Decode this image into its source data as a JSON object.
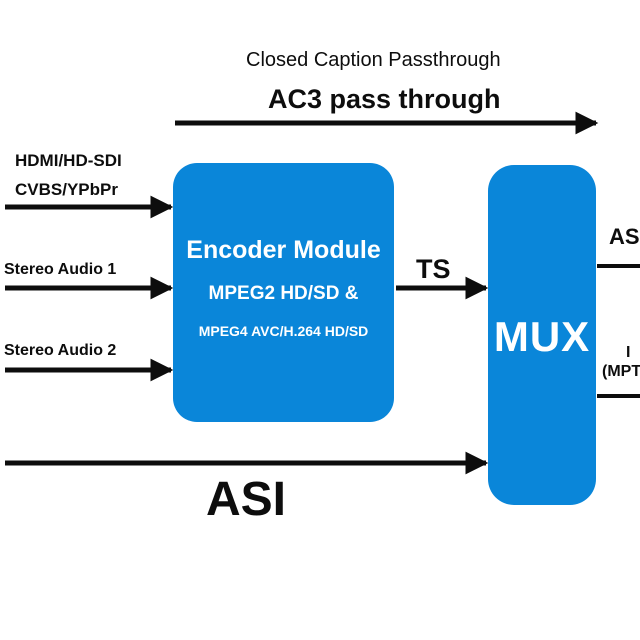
{
  "diagram": {
    "top_labels": {
      "closed_caption": "Closed Caption Passthrough",
      "ac3": "AC3 pass through"
    },
    "inputs": {
      "video_line1": "HDMI/HD-SDI",
      "video_line2": "CVBS/YPbPr",
      "stereo_audio_1": "Stereo Audio 1",
      "stereo_audio_2": "Stereo Audio 2",
      "asi": "ASI"
    },
    "encoder": {
      "title": "Encoder Module",
      "line2": "MPEG2 HD/SD &",
      "line3": "MPEG4 AVC/H.264 HD/SD"
    },
    "ts_label": "TS",
    "mux": {
      "label": "MUX"
    },
    "outputs": {
      "top_partial": "AS",
      "bottom_partial_1": "I",
      "bottom_partial_2": "(MPT"
    },
    "colors": {
      "block_fill": "#0a86d9",
      "block_text": "#ffffff",
      "arrow": "#0d0d0d"
    }
  }
}
